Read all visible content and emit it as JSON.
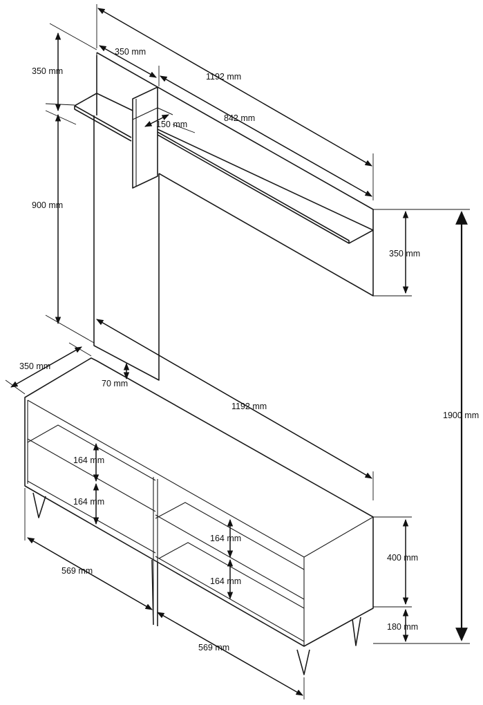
{
  "diagram": {
    "wall_panel": {
      "shelf_depth": "350 mm",
      "total_width": "1192 mm",
      "upper_height": "350 mm",
      "upper_shelf_width": "842 mm",
      "small_shelf_depth": "150 mm",
      "lower_height": "900 mm",
      "right_panel_height": "350 mm",
      "gap_to_cabinet": "70 mm"
    },
    "cabinet": {
      "depth": "350 mm",
      "width": "1192 mm",
      "compartment_height_1": "164 mm",
      "compartment_height_2": "164 mm",
      "compartment_height_3": "164 mm",
      "compartment_height_4": "164 mm",
      "section_width_left": "569 mm",
      "section_width_right": "569 mm",
      "body_height": "400 mm",
      "leg_height": "180 mm"
    },
    "overall_height": "1900 mm"
  }
}
